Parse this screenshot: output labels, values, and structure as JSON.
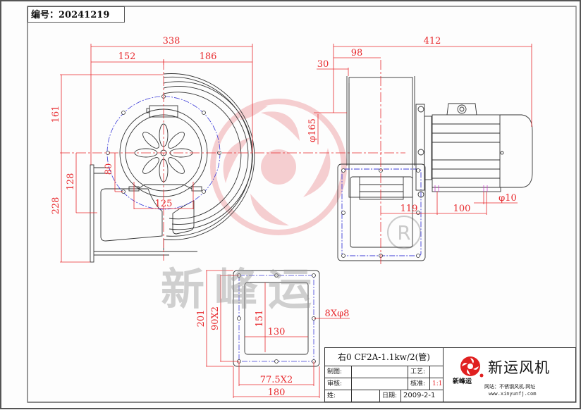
{
  "drawing": {
    "code_label": "编号：20241219",
    "colors": {
      "dimension": "#e8292d",
      "outline": "#333333",
      "centerline_blue": "#3a3ad8",
      "watermark": "#f2b8bb",
      "border": "#555555"
    }
  },
  "front_view": {
    "dims": {
      "overall_width": "338",
      "left_width": "152",
      "right_width": "186",
      "top_height": "161",
      "bottom_height": "228",
      "outlet_height": "128",
      "hole_spacing": "125",
      "radius_label": "80"
    }
  },
  "side_view": {
    "dims": {
      "overall_length": "412",
      "to_center": "98",
      "inlet_depth": "30",
      "inlet_dia": "φ165",
      "foot_offset": "119",
      "foot_spacing": "100",
      "foot_hole": "φ10"
    }
  },
  "flange_view": {
    "dims": {
      "overall_height": "201",
      "hole_pitch_v": "90X2",
      "opening_height": "151",
      "opening_width": "130",
      "holes": "8Xφ8",
      "hole_pitch_h": "77.5X2",
      "overall_width": "180"
    }
  },
  "watermark": {
    "text": "新峰运",
    "registered": "R"
  },
  "title_block": {
    "model": "右0 CF2A-1.1kw/2(管)",
    "rows": [
      {
        "label1": "制图:",
        "value1": "",
        "label2": "工艺:",
        "value2": ""
      },
      {
        "label1": "审核:",
        "value1": "",
        "label2": "核准:",
        "value2": "1:1"
      },
      {
        "label1": "姓:",
        "value1": "",
        "label2": "日期:",
        "value2": "2009-2-1"
      }
    ],
    "brand": {
      "name": "新运风机",
      "logo_caption": "新峰运",
      "site_line1": "网站：不锈钢风机.网址",
      "site_line2": "www.xinyunfj.com"
    }
  }
}
